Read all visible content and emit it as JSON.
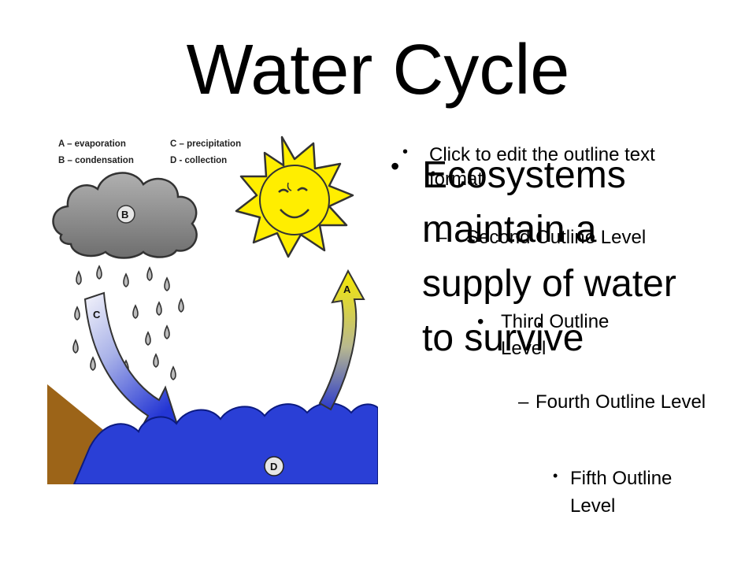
{
  "slide": {
    "title": "Water Cycle"
  },
  "diagram": {
    "legend": {
      "a": "A – evaporation",
      "b": "B – condensation",
      "c": "C – precipitation",
      "d": "D - collection"
    },
    "tags": {
      "cloud": "B",
      "rain_arrow": "C",
      "sun_arrow": "A",
      "water": "D"
    },
    "colors": {
      "sun": "#ffee00",
      "cloud": "#888888",
      "water": "#2a3fd6",
      "ground": "#9c6418",
      "arrow_evaporation": "#f2e400"
    }
  },
  "outline": {
    "level1": "Click to edit the outline text format",
    "level2": "Second Outline Level",
    "level3": "Third Outline Level",
    "level4": "Fourth Outline Level",
    "level5": "Fifth Outline Level",
    "bullet_dot": "•",
    "bullet_dash": "–"
  },
  "body": {
    "bullet": "Ecosystems maintain a supply of water to survive"
  }
}
